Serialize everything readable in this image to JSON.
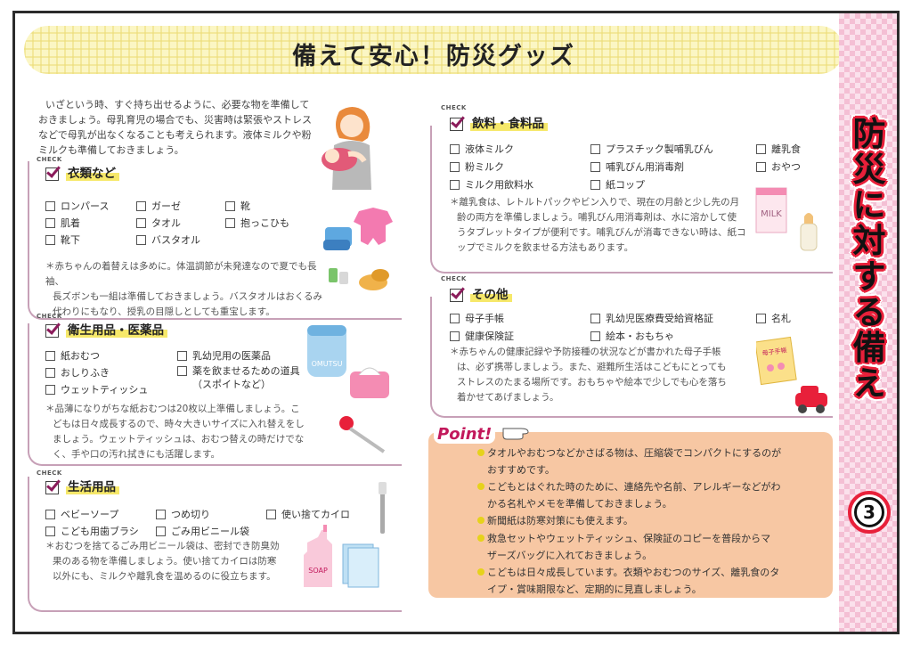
{
  "title": "備えて安心！防災グッズ",
  "side": {
    "chars": [
      "防",
      "災",
      "に",
      "対",
      "す",
      "る",
      "備",
      "え"
    ],
    "number": "3"
  },
  "check_tag": "CHECK",
  "intro": [
    "いざという時、すぐ持ち出せるように、必要な物を準備して",
    "おきましょう。母乳育児の場合でも、災害時は緊張やストレス",
    "などで母乳が出なくなることも考えられます。液体ミルクや粉",
    "ミルクも準備しておきましょう。"
  ],
  "sections": {
    "clothing": {
      "title": "衣類など",
      "items": [
        "ロンパース",
        "ガーゼ",
        "靴",
        "肌着",
        "タオル",
        "抱っこひも",
        "靴下",
        "バスタオル"
      ],
      "note": [
        "＊赤ちゃんの着替えは多めに。体温調節が未発達なので夏でも長袖、",
        "長ズボンも一組は準備しておきましょう。バスタオルはおくるみ",
        "代わりにもなり、授乳の目隠しとしても重宝します。"
      ]
    },
    "hygiene": {
      "title": "衛生用品・医薬品",
      "items": [
        "紙おむつ",
        "おしりふき",
        "ウェットティッシュ",
        "乳幼児用の医薬品",
        "薬を飲ませるための道具",
        "（スポイトなど）"
      ],
      "note": [
        "＊品薄になりがちな紙おむつは20枚以上準備しましょう。こ",
        "どもは日々成長するので、時々大きいサイズに入れ替えをし",
        "ましょう。ウェットティッシュは、おむつ替えの時だけでな",
        "く、手や口の汚れ拭きにも活躍します。"
      ]
    },
    "daily": {
      "title": "生活用品",
      "items": [
        "ベビーソープ",
        "つめ切り",
        "使い捨てカイロ",
        "こども用歯ブラシ",
        "ごみ用ビニール袋"
      ],
      "note": [
        "＊おむつを捨てるごみ用ビニール袋は、密封でき防臭効",
        "果のある物を準備しましょう。使い捨てカイロは防寒",
        "以外にも、ミルクや離乳食を温めるのに役立ちます。"
      ]
    },
    "food": {
      "title": "飲料・食料品",
      "items": [
        "液体ミルク",
        "プラスチック製哺乳びん",
        "離乳食",
        "粉ミルク",
        "哺乳びん用消毒剤",
        "おやつ",
        "ミルク用飲料水",
        "紙コップ"
      ],
      "note": [
        "＊離乳食は、レトルトパックやビン入りで、現在の月齢と少し先の月",
        "齢の両方を準備しましょう。哺乳びん用消毒剤は、水に溶かして使",
        "うタブレットタイプが便利です。哺乳びんが消毒できない時は、紙コ",
        "ップでミルクを飲ませる方法もあります。"
      ]
    },
    "other": {
      "title": "その他",
      "items": [
        "母子手帳",
        "乳幼児医療費受給資格証",
        "名札",
        "健康保険証",
        "絵本・おもちゃ"
      ],
      "note": [
        "＊赤ちゃんの健康記録や予防接種の状況などが書かれた母子手帳",
        "は、必ず携帯しましょう。また、避難所生活はこどもにとっても",
        "ストレスのたまる場所です。おもちゃや絵本で少しでも心を落ち",
        "着かせてあげましょう。"
      ]
    }
  },
  "point": {
    "label": "Point!",
    "items": [
      "タオルやおむつなどかさばる物は、圧縮袋でコンパクトにするのが",
      "おすすめです。",
      "こどもとはぐれた時のために、連絡先や名前、アレルギーなどがわ",
      "かる名札やメモを準備しておきましょう。",
      "新聞紙は防寒対策にも使えます。",
      "救急セットやウェットティッシュ、保険証のコピーを普段からマ",
      "ザーズバッグに入れておきましょう。",
      "こどもは日々成長しています。衣類やおむつのサイズ、離乳食のタ",
      "イプ・賞味期限など、定期的に見直しましょう。"
    ]
  },
  "illus_text": {
    "milk": "MILK",
    "omutsu": "OMUTSU",
    "soap": "SOAP",
    "boshi": "母子手帳"
  },
  "colors": {
    "accent": "#8b1c5b",
    "highlight": "#f6e86a",
    "side_pink": "#f4bfd4",
    "side_red": "#e8203a",
    "point_bg": "#f7c7a3"
  }
}
